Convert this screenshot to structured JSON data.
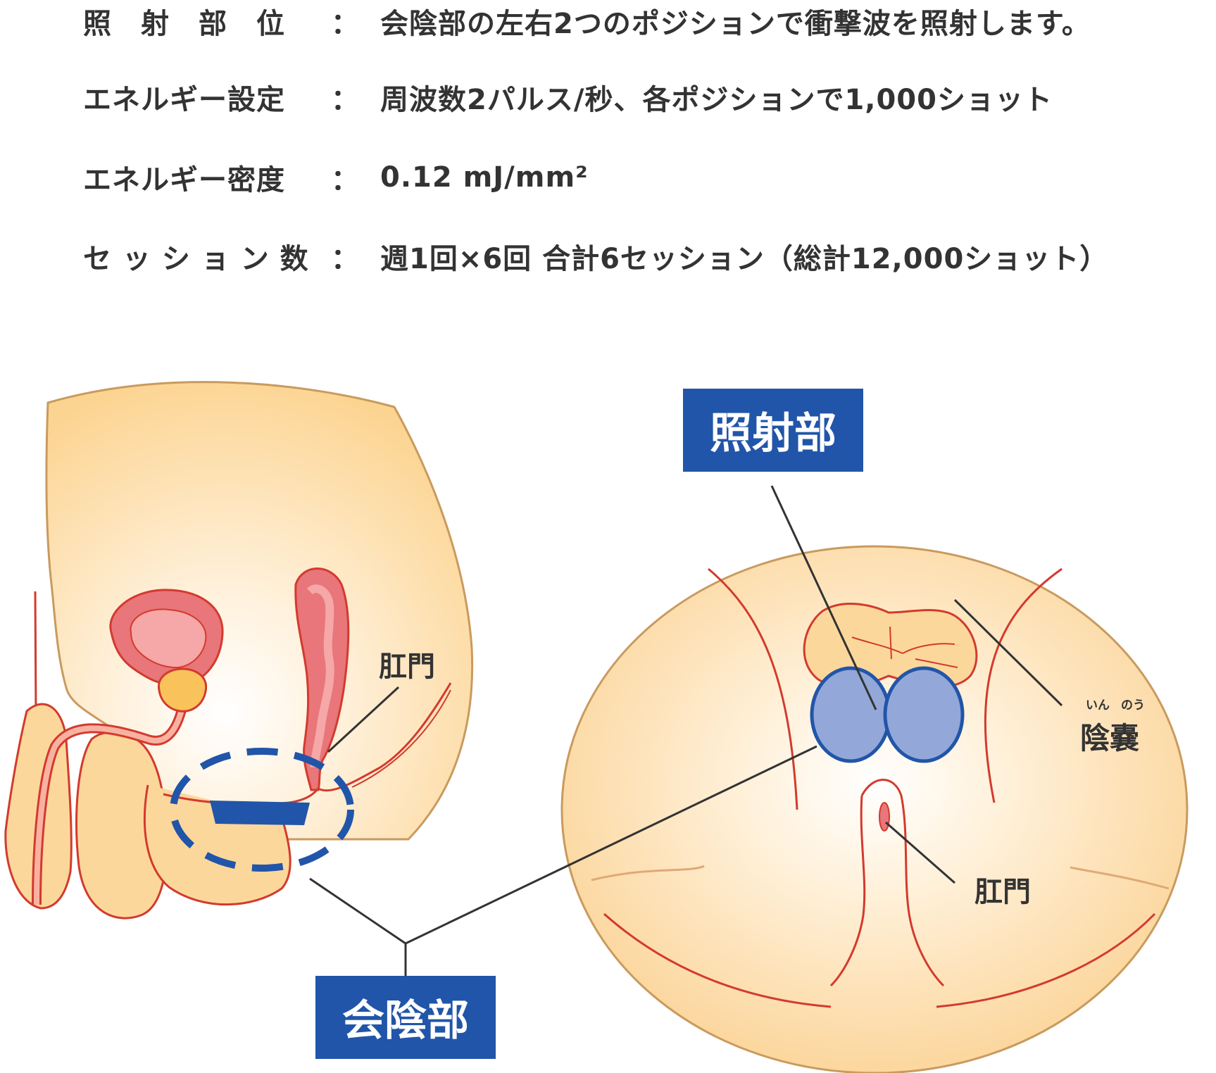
{
  "specs": [
    {
      "label": "照　射　部　位",
      "colon": "：",
      "value": "会陰部の左右2つのポジションで衝撃波を照射します。"
    },
    {
      "label": "エネルギー設定",
      "colon": "：",
      "value": "周波数2パルス/秒、各ポジションで1,000ショット"
    },
    {
      "label": "エネルギー密度",
      "colon": "：",
      "value": "0.12 mJ/mm²"
    },
    {
      "label": "セ ッ シ ョ ン 数",
      "colon": "：",
      "value": "週1回×6回 合計6セッション（総計12,000ショット）"
    }
  ],
  "diagram": {
    "left_anus_label": "肛門",
    "irradiation_tag": "照射部",
    "perineum_tag": "会陰部",
    "scrotum_label": "陰嚢",
    "scrotum_ruby_in": "いん",
    "scrotum_ruby_nou": "のう",
    "right_anus_label": "肛門"
  },
  "colors": {
    "skin": "#fcd79b",
    "skin_outline": "#c99a5e",
    "organ_line": "#d33a2e",
    "blue_marker": "#2155a9",
    "target_fill": "#93a8d8"
  }
}
